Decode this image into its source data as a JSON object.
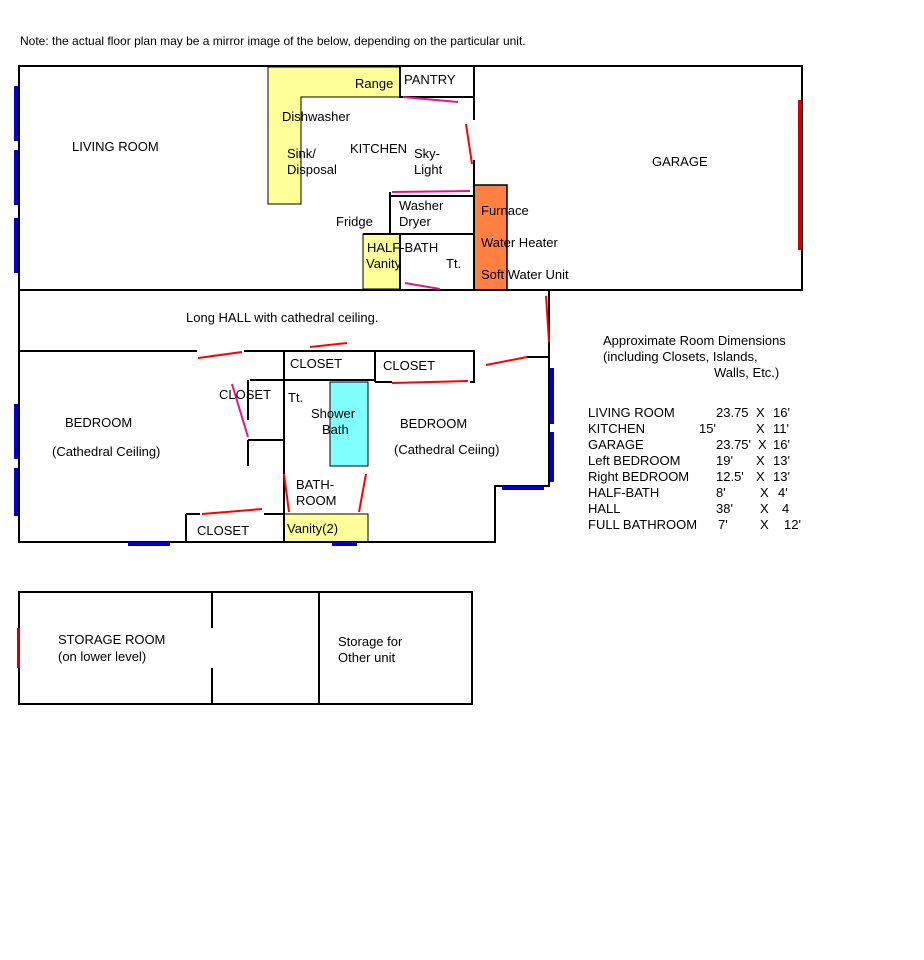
{
  "note": "Note:  the actual floor plan may be a mirror image of the below, depending on the particular unit.",
  "colors": {
    "counter": "#ffff99",
    "utility": "#ff8040",
    "shower": "#80ffff",
    "door_red": "#ff0000",
    "door_pink": "#e0158c",
    "window": "#0000cc"
  },
  "labels": {
    "range": "Range",
    "pantry": "PANTRY",
    "dishwasher": "Dishwasher",
    "living_room": "LIVING ROOM",
    "kitchen": "KITCHEN",
    "sink_1": "Sink/",
    "sink_2": "Disposal",
    "skylight_1": "Sky-",
    "skylight_2": "Light",
    "garage": "GARAGE",
    "washer": "Washer",
    "dryer": "Dryer",
    "furnace": "Furnace",
    "fridge": "Fridge",
    "half_bath": "HALF-BATH",
    "vanity": "Vanity",
    "tt1": "Tt.",
    "water_heater": "Water Heater",
    "soft_water": "Soft Water Unit",
    "hall": "Long HALL with cathedral ceiling.",
    "closet_a": "CLOSET",
    "closet_b": "CLOSET",
    "closet_c": "CLOSET",
    "closet_d": "CLOSET",
    "tt2": "Tt.",
    "shower_1": "Shower",
    "shower_2": "Bath",
    "bedroom_left": "BEDROOM",
    "bedroom_left_sub": "(Cathedral Ceiling)",
    "bedroom_right": "BEDROOM",
    "bedroom_right_sub": "(Cathedral Ceiing)",
    "bathroom_1": "BATH-",
    "bathroom_2": "ROOM",
    "vanity2": "Vanity(2)",
    "storage_1": "STORAGE  ROOM",
    "storage_2": "(on lower level)",
    "other_1": "Storage for",
    "other_2": "Other unit"
  },
  "dimensions": {
    "title_1": "Approximate Room Dimensions",
    "title_2": "(including Closets, Islands,",
    "title_3": "Walls, Etc.)",
    "rows": [
      {
        "room": "LIVING ROOM",
        "a": "23.75",
        "x": "X",
        "b": "16'"
      },
      {
        "room": "KITCHEN",
        "a": "15'",
        "x": "X",
        "b": "11'"
      },
      {
        "room": "GARAGE",
        "a": "23.75'",
        "x": "X",
        "b": "16'"
      },
      {
        "room": "Left BEDROOM",
        "a": "19'",
        "x": "X",
        "b": "13'"
      },
      {
        "room": "Right BEDROOM",
        "a": "12.5'",
        "x": "X",
        "b": "13'"
      },
      {
        "room": "HALF-BATH",
        "a": "8'",
        "x": "X",
        "b": "4'"
      },
      {
        "room": "HALL",
        "a": "38'",
        "x": "X",
        "b": "4"
      },
      {
        "room": "FULL BATHROOM",
        "a": "7'",
        "x": "X",
        "b": "12'"
      }
    ]
  }
}
